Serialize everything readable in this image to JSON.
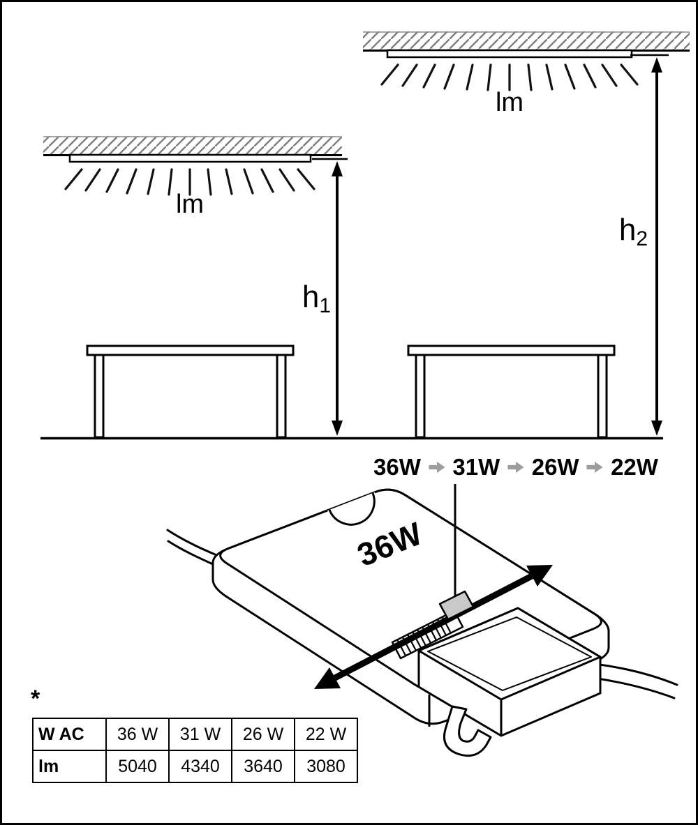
{
  "diagram": {
    "left_fixture": {
      "lumen_label": "lm",
      "height_label": "h",
      "height_subscript": "1"
    },
    "right_fixture": {
      "lumen_label": "lm",
      "height_label": "h",
      "height_subscript": "2"
    },
    "power_sequence": {
      "steps": [
        "36W",
        "31W",
        "26W",
        "22W"
      ]
    },
    "driver": {
      "wattage_label": "36W"
    },
    "footnote_marker": "*",
    "spec_table": {
      "rows": [
        {
          "header": "W AC",
          "values": [
            "36 W",
            "31 W",
            "26 W",
            "22 W"
          ]
        },
        {
          "header": "lm",
          "values": [
            "5040",
            "4340",
            "3640",
            "3080"
          ]
        }
      ]
    },
    "colors": {
      "arrow_gray": "#9d9d9c",
      "knob_gray": "#c9c9c9",
      "hatch_gray": "#7d7d7d"
    }
  }
}
